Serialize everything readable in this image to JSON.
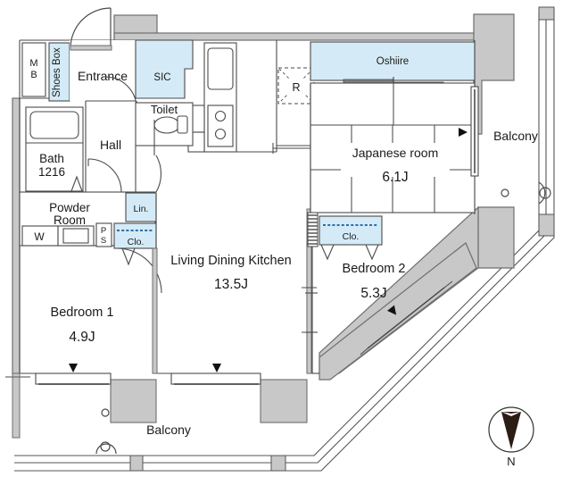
{
  "plan": {
    "type": "apartment-floor-plan",
    "colors": {
      "closet_fill": "#d4ebf7",
      "structure_fill": "#c8c8c8",
      "wall_stroke": "#6e6e6e",
      "thin_stroke": "#444444",
      "compass_fill": "#2b1c14",
      "background": "#ffffff"
    },
    "rooms": [
      {
        "id": "mb",
        "label": "M\nB",
        "line1": "M",
        "line2": "B"
      },
      {
        "id": "shoes-box",
        "label": "Shoes Box"
      },
      {
        "id": "entrance",
        "label": "Entrance"
      },
      {
        "id": "sic",
        "label": "SIC"
      },
      {
        "id": "toilet",
        "label": "Toilet"
      },
      {
        "id": "hall",
        "label": "Hall"
      },
      {
        "id": "bath",
        "label": "Bath",
        "size": "1216"
      },
      {
        "id": "powder-room",
        "label": "Powder",
        "label2": "Room"
      },
      {
        "id": "washer",
        "label": "W"
      },
      {
        "id": "pipe-shaft",
        "label": "P",
        "label2": "S"
      },
      {
        "id": "linen",
        "label": "Lin."
      },
      {
        "id": "closet-ldk",
        "label": "Clo."
      },
      {
        "id": "ldk",
        "label": "Living Dining Kitchen",
        "area": "13.5J"
      },
      {
        "id": "bedroom-1",
        "label": "Bedroom 1",
        "area": "4.9J"
      },
      {
        "id": "bedroom-2",
        "label": "Bedroom 2",
        "area": "5.3J"
      },
      {
        "id": "closet-bed2",
        "label": "Clo."
      },
      {
        "id": "japanese-room",
        "label": "Japanese room",
        "area": "6.1J"
      },
      {
        "id": "oshiire",
        "label": "Oshiire"
      },
      {
        "id": "refrigerator",
        "label": "R"
      },
      {
        "id": "balcony-right",
        "label": "Balcony"
      },
      {
        "id": "balcony-bottom",
        "label": "Balcony"
      }
    ],
    "compass": {
      "label": "N",
      "direction": "down"
    }
  }
}
